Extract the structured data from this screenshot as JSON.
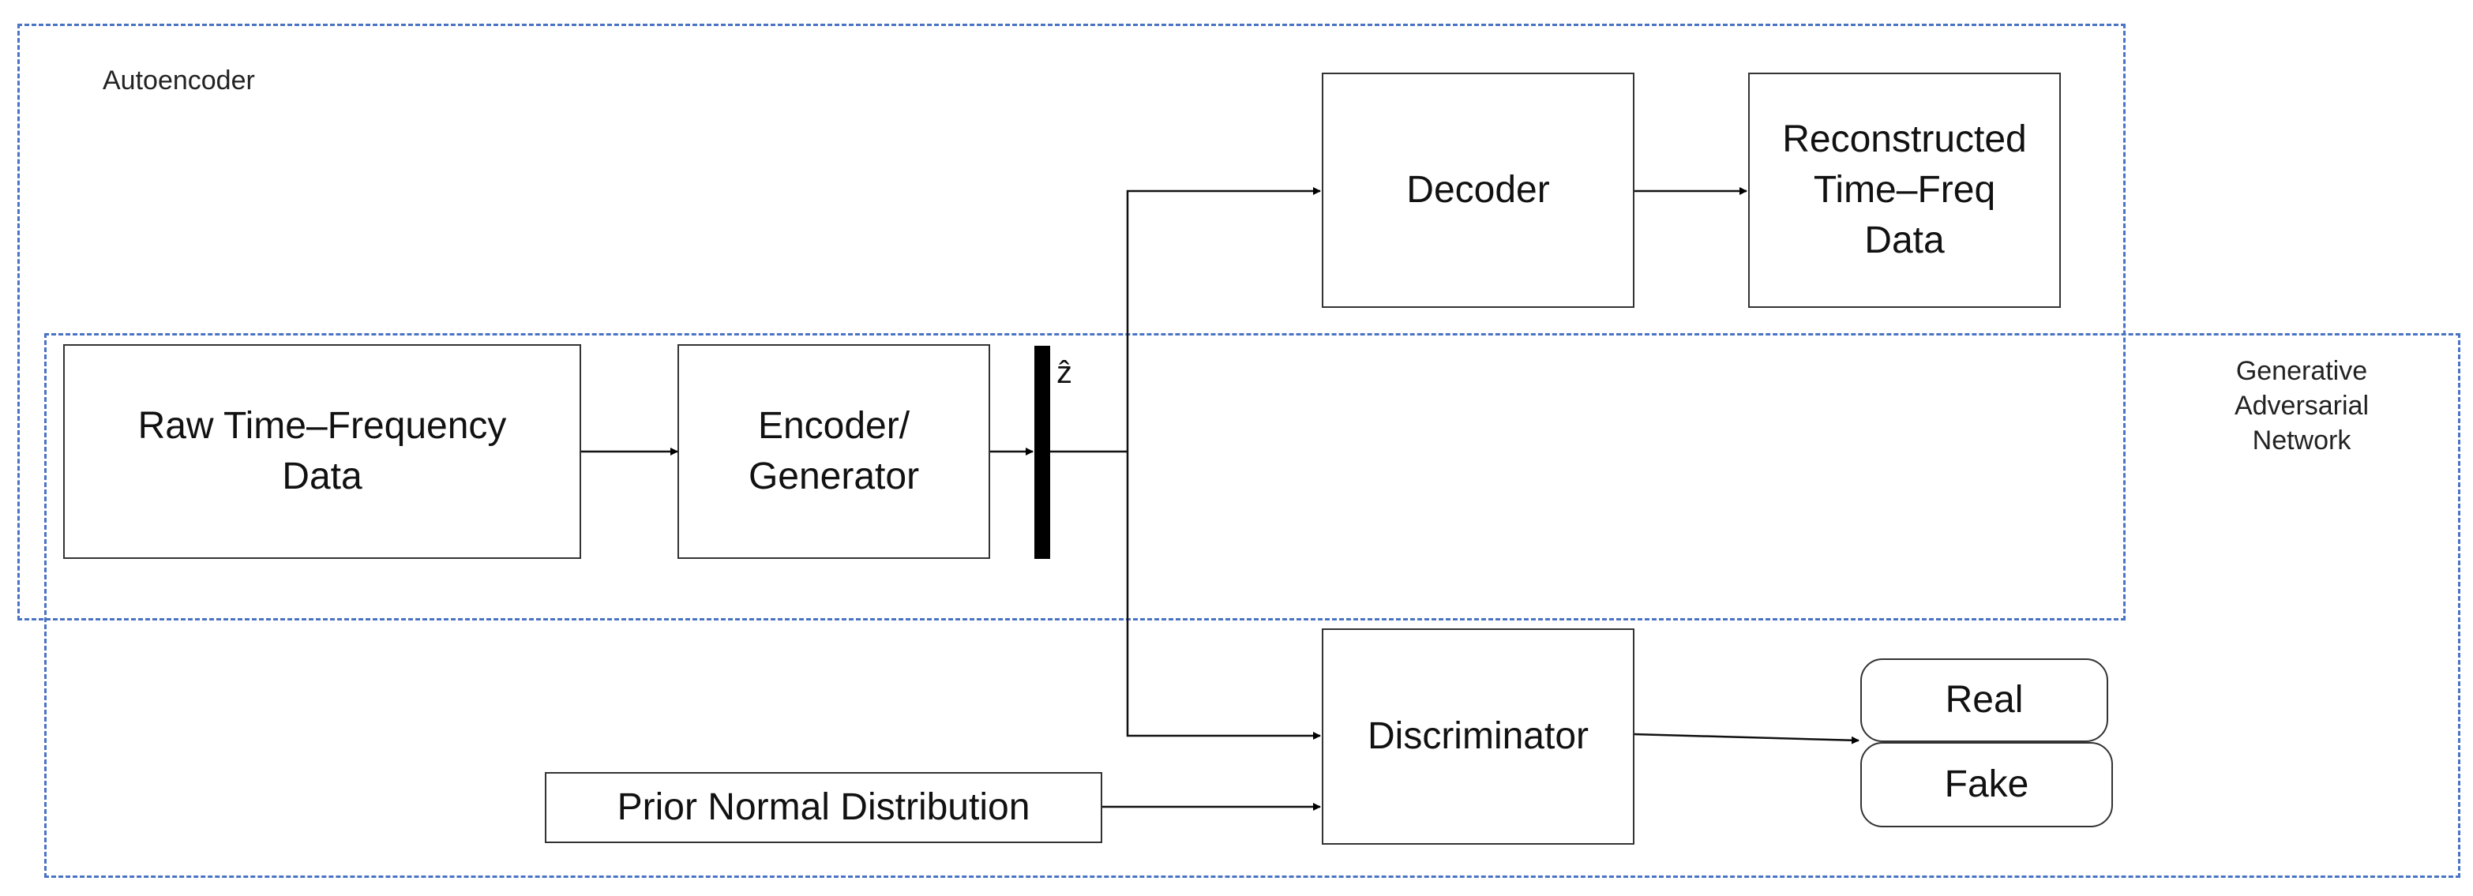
{
  "regions": {
    "autoencoder": {
      "label": "Autoencoder",
      "border_color": "#4a73c4"
    },
    "gan": {
      "label": "Generative\nAdversarial\nNetwork",
      "border_color": "#4a73c4"
    }
  },
  "nodes": {
    "raw_data": "Raw Time–Frequency\nData",
    "encoder": "Encoder/\nGenerator",
    "decoder": "Decoder",
    "reconstructed": "Reconstructed\nTime–Freq\nData",
    "discriminator": "Discriminator",
    "prior": "Prior Normal Distribution",
    "real": "Real",
    "fake": "Fake"
  },
  "latent": {
    "label": "ẑ"
  },
  "edges": [
    {
      "from": "raw_data",
      "to": "encoder"
    },
    {
      "from": "encoder",
      "to": "latent"
    },
    {
      "from": "latent",
      "to": "decoder"
    },
    {
      "from": "latent",
      "to": "discriminator"
    },
    {
      "from": "decoder",
      "to": "reconstructed"
    },
    {
      "from": "prior",
      "to": "discriminator"
    },
    {
      "from": "discriminator",
      "to": "real"
    }
  ]
}
